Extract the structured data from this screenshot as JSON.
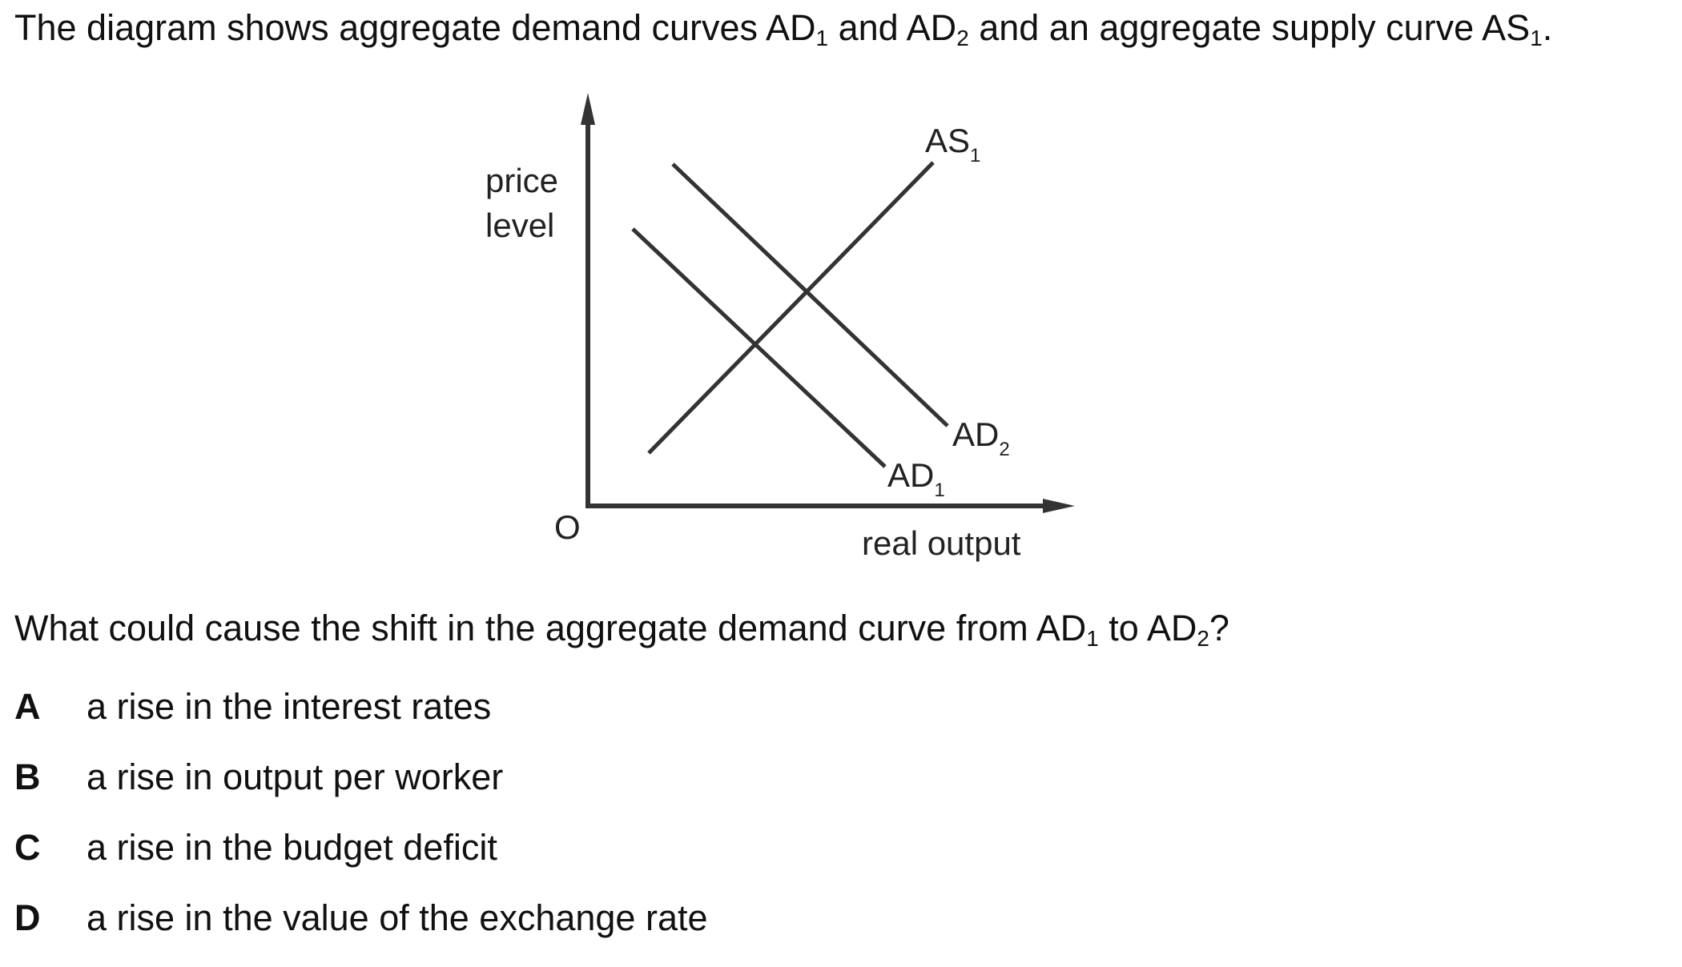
{
  "intro": {
    "p1": "The diagram shows aggregate demand curves AD",
    "s1": "1",
    "p2": " and AD",
    "s2": "2",
    "p3": " and an aggregate supply curve AS",
    "s3": "1",
    "p4": "."
  },
  "diagram": {
    "y_label_line1": "price",
    "y_label_line2": "level",
    "x_label": "real output",
    "origin_label": "O",
    "as_label": "AS",
    "as_sub": "1",
    "ad1_label": "AD",
    "ad1_sub": "1",
    "ad2_label": "AD",
    "ad2_sub": "2",
    "line_color": "#333333"
  },
  "question": {
    "p1": "What could cause the shift in the aggregate demand curve from AD",
    "s1": "1",
    "p2": " to AD",
    "s2": "2",
    "p3": "?"
  },
  "options": [
    {
      "letter": "A",
      "text": "a rise in the interest rates"
    },
    {
      "letter": "B",
      "text": "a rise in output per worker"
    },
    {
      "letter": "C",
      "text": "a rise in the budget deficit"
    },
    {
      "letter": "D",
      "text": "a rise in the value of the exchange rate"
    }
  ]
}
